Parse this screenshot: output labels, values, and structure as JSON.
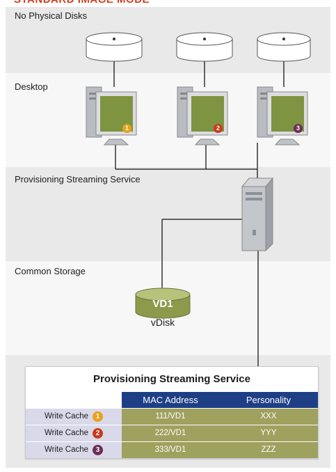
{
  "header": {
    "title_partial": "STANDARD IMAGE MODE"
  },
  "sections": {
    "physical": "No Physical Disks",
    "desktop": "Desktop",
    "pss": "Provisioning Streaming Service",
    "storage": "Common Storage"
  },
  "desktops": [
    {
      "badge": "1",
      "color": "#e8a11b"
    },
    {
      "badge": "2",
      "color": "#c73a1c"
    },
    {
      "badge": "3",
      "color": "#6b2e55"
    }
  ],
  "vdisk": {
    "label": "VD1",
    "caption": "vDisk"
  },
  "table": {
    "title": "Provisioning Streaming Service",
    "headers": [
      "MAC Address",
      "Personality"
    ],
    "rows": [
      {
        "label": "Write Cache",
        "badge": "1",
        "badge_color": "#e8a11b",
        "mac": "111/VD1",
        "personality": "XXX"
      },
      {
        "label": "Write Cache",
        "badge": "2",
        "badge_color": "#c73a1c",
        "mac": "222/VD1",
        "personality": "YYY"
      },
      {
        "label": "Write Cache",
        "badge": "3",
        "badge_color": "#6b2e55",
        "mac": "333/VD1",
        "personality": "ZZZ"
      }
    ]
  }
}
